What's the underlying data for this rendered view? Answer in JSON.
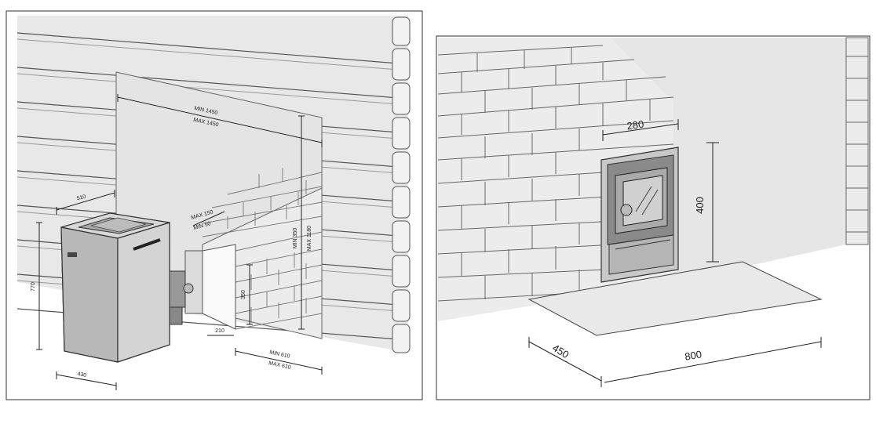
{
  "left_panel": {
    "dimensions": {
      "wall_width_1": "MIN 1450",
      "wall_width_2": "MAX 1450",
      "heater_gap": "510",
      "max_150": "MAX 150",
      "min_50": "MIN 50",
      "wall_height_1": "MIN 350",
      "wall_height_2": "MAX 1180",
      "heater_height": "770",
      "door_height": "350",
      "door_offset": "210",
      "floor_1": "MIN 610",
      "floor_2": "MAX 610",
      "heater_depth": "430"
    }
  },
  "right_panel": {
    "dimensions": {
      "door_width": "280",
      "door_height": "400",
      "plate_depth": "450",
      "plate_width": "800"
    }
  }
}
